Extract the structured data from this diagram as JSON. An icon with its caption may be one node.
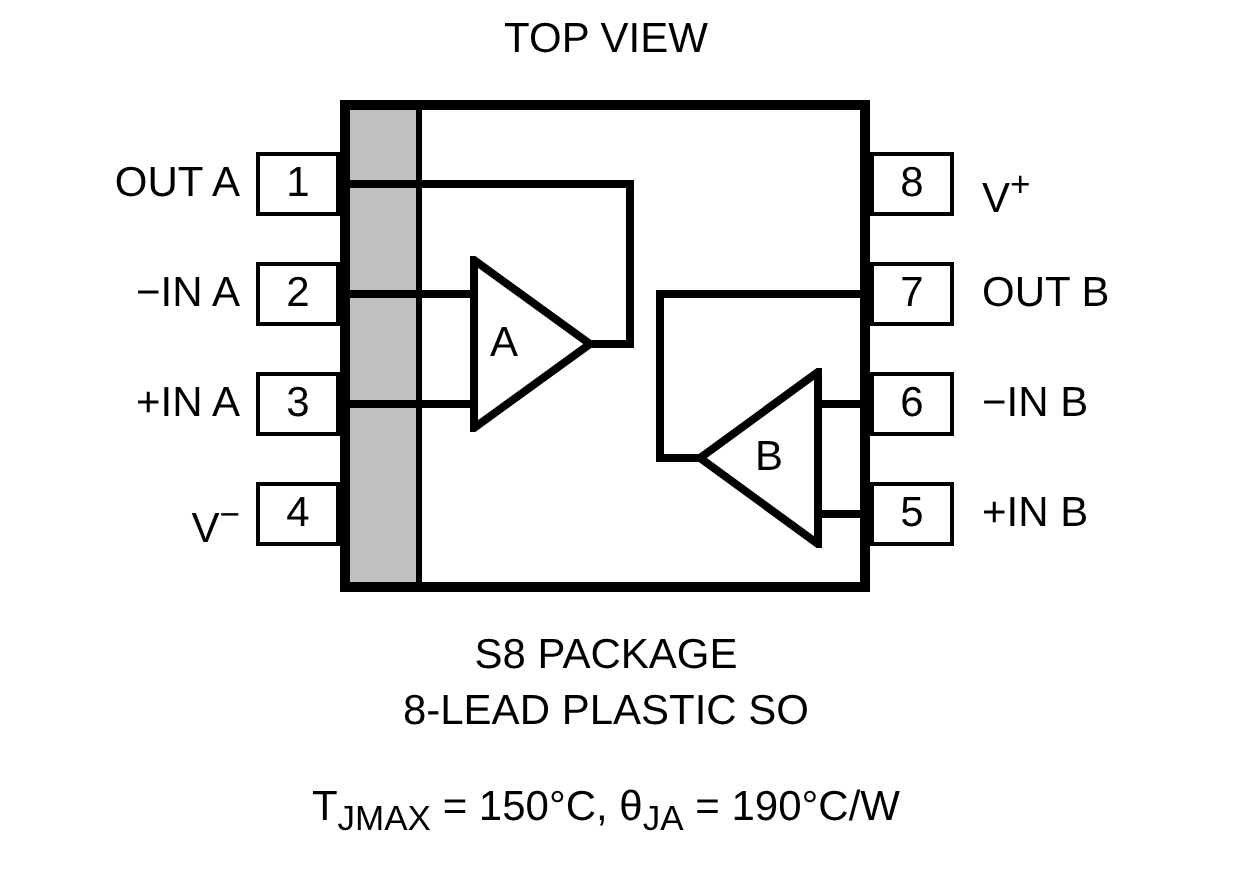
{
  "diagram": {
    "title": "TOP VIEW",
    "nodes": [
      {
        "text": [],
        "shape": "box"
      },
      {
        "text": [
          "1"
        ],
        "beside": [
          "OUT A"
        ]
      },
      {
        "text": [
          "2"
        ],
        "beside": [
          "−IN A"
        ]
      },
      {
        "text": [
          "3"
        ],
        "beside": [
          "+IN A"
        ]
      },
      {
        "text": [
          "4"
        ],
        "beside": [
          "V$^{−}$"
        ]
      },
      {
        "text": [
          "8"
        ],
        "beside": [
          "V$^{+}$"
        ]
      },
      {
        "text": [
          "7"
        ],
        "beside": [
          "OUT B"
        ]
      },
      {
        "text": [
          "6"
        ],
        "beside": [
          "−IN B"
        ]
      },
      {
        "text": [
          "5"
        ],
        "beside": [
          "+IN B"
        ]
      },
      {
        "text": [
          "A"
        ],
        "in": 0
      },
      {
        "text": [
          "B"
        ],
        "in": 0
      }
    ],
    "edges": [
      {
        "from": 1,
        "to": 9,
        "arrow": "none"
      },
      {
        "from": 2,
        "to": 9,
        "arrow": "none"
      },
      {
        "from": 3,
        "to": 9,
        "arrow": "none"
      },
      {
        "from": 6,
        "to": 10,
        "arrow": "none"
      },
      {
        "from": 7,
        "to": 10,
        "arrow": "none"
      },
      {
        "from": 8,
        "to": 10,
        "arrow": "none"
      }
    ],
    "labels": [
      "S8 PACKAGE",
      "8-LEAD PLASTIC SO",
      "T$_{JMAX}$ = 150°C, θ$_{JA}$ = 190°C/W"
    ]
  }
}
